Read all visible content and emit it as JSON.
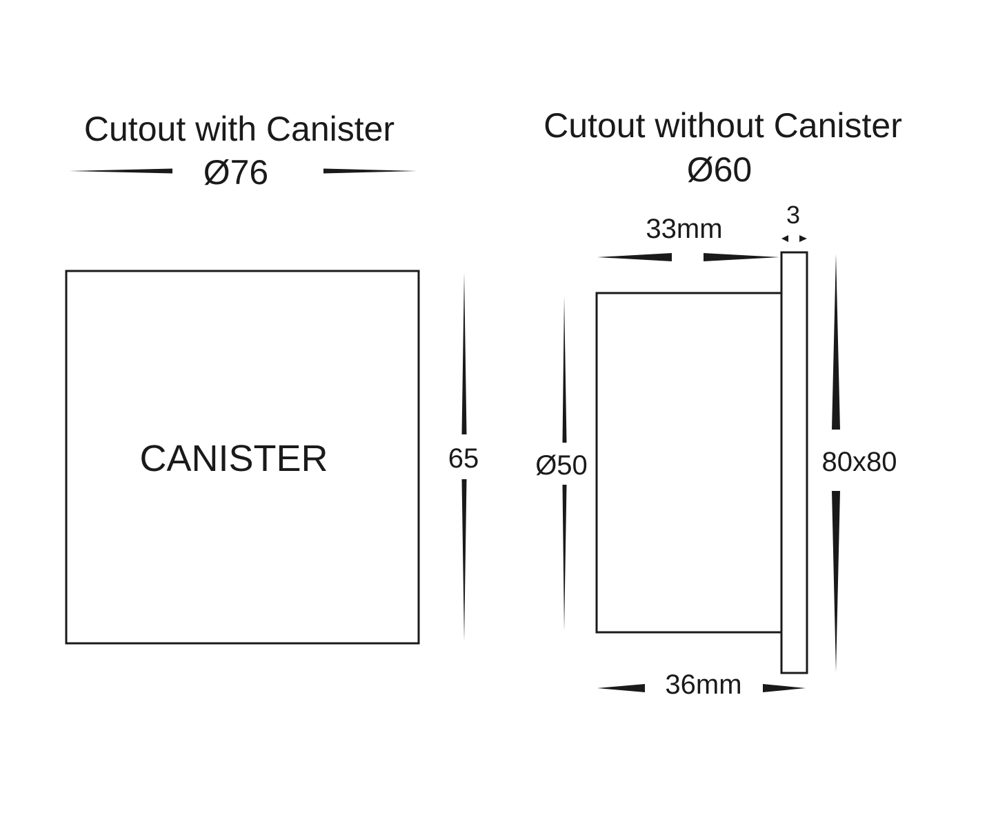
{
  "left_view": {
    "title": "Cutout with Canister",
    "cutout_diameter": "Ø76",
    "body_label": "CANISTER",
    "height_dim": "65"
  },
  "right_view": {
    "title": "Cutout without Canister",
    "cutout_diameter": "Ø60",
    "body_depth_dim": "33mm",
    "flange_thickness_dim": "3",
    "body_diameter_dim": "Ø50",
    "faceplate_dim": "80x80",
    "total_depth_dim": "36mm"
  },
  "colors": {
    "line": "#1a1a1a",
    "background": "#ffffff"
  }
}
